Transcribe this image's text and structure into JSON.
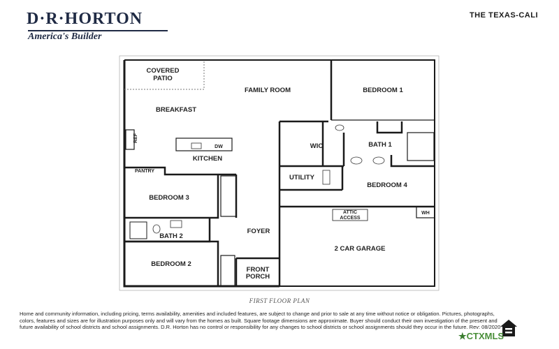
{
  "brand": {
    "name": "D·R·HORTON",
    "tagline": "America's Builder"
  },
  "plan_name": "THE TEXAS-CALI",
  "rooms": {
    "covered_patio_1": "COVERED",
    "covered_patio_2": "PATIO",
    "family_room": "FAMILY ROOM",
    "bedroom_1": "BEDROOM 1",
    "breakfast": "BREAKFAST",
    "kitchen": "KITCHEN",
    "pantry": "PANTRY",
    "ref": "REF",
    "dw": "DW",
    "wic": "WIC",
    "bath_1": "BATH 1",
    "utility": "UTILITY",
    "bedroom_4": "BEDROOM 4",
    "bedroom_3": "BEDROOM 3",
    "bath_2": "BATH 2",
    "foyer": "FOYER",
    "attic_1": "ATTIC",
    "attic_2": "ACCESS",
    "wh": "WH",
    "garage": "2 CAR GARAGE",
    "bedroom_2": "BEDROOM 2",
    "front_porch_1": "FRONT",
    "front_porch_2": "PORCH"
  },
  "caption": "FIRST FLOOR PLAN",
  "disclaimer": "Home and community information, including pricing, terms availability, amenities and included features, are subject to change and prior to sale at any time without notice or obligation. Pictures, photographs, colors, features and sizes are for illustration purposes only and will vary from the homes as built. Square footage dimensions are approximate. Buyer should conduct their own investigation of the present and future availability of school districts and school assignments. D.R. Horton has no control or responsibility for any changes to school districts or school assignments should they occur in the future. Rev: 08/2020",
  "watermark": "CTXMLS",
  "icons": {
    "equal_housing": "equal-housing-icon",
    "mls_star": "texas-star-icon"
  },
  "colors": {
    "brand_navy": "#1f2a44",
    "wall": "#1a1a1a",
    "mls_green": "#4a8f3a"
  }
}
